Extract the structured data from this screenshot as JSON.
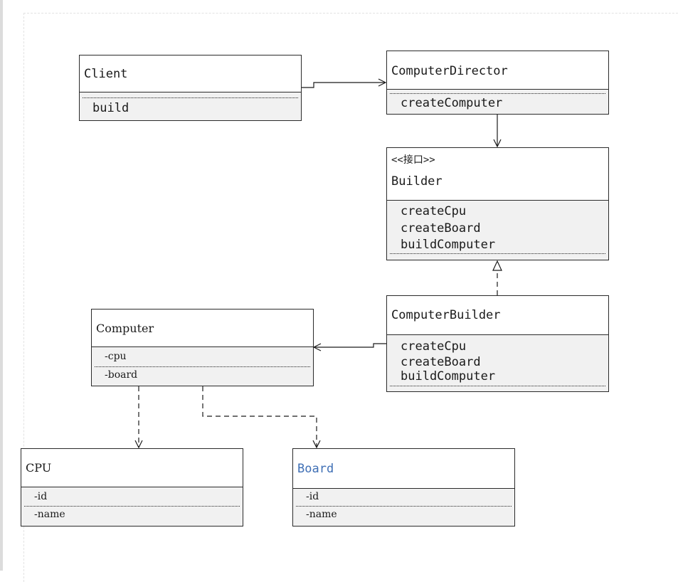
{
  "classes": {
    "client": {
      "name": "Client",
      "members": [
        "build"
      ]
    },
    "director": {
      "name": "ComputerDirector",
      "members": [
        "createComputer"
      ]
    },
    "builder": {
      "stereotype": "<<接口>>",
      "name": "Builder",
      "members": [
        "createCpu",
        "createBoard",
        "buildComputer"
      ]
    },
    "computer_builder": {
      "name": "ComputerBuilder",
      "members": [
        "createCpu",
        "createBoard",
        "buildComputer"
      ]
    },
    "computer": {
      "name": "Computer",
      "members": [
        "-cpu",
        "-board"
      ]
    },
    "cpu": {
      "name": "CPU",
      "members": [
        "-id",
        "-name"
      ]
    },
    "board": {
      "name": "Board",
      "members": [
        "-id",
        "-name"
      ]
    }
  },
  "colors": {
    "board_name": "#3f6fb5",
    "line": "#1a1a1a",
    "body_fill": "#f1f1f1"
  }
}
